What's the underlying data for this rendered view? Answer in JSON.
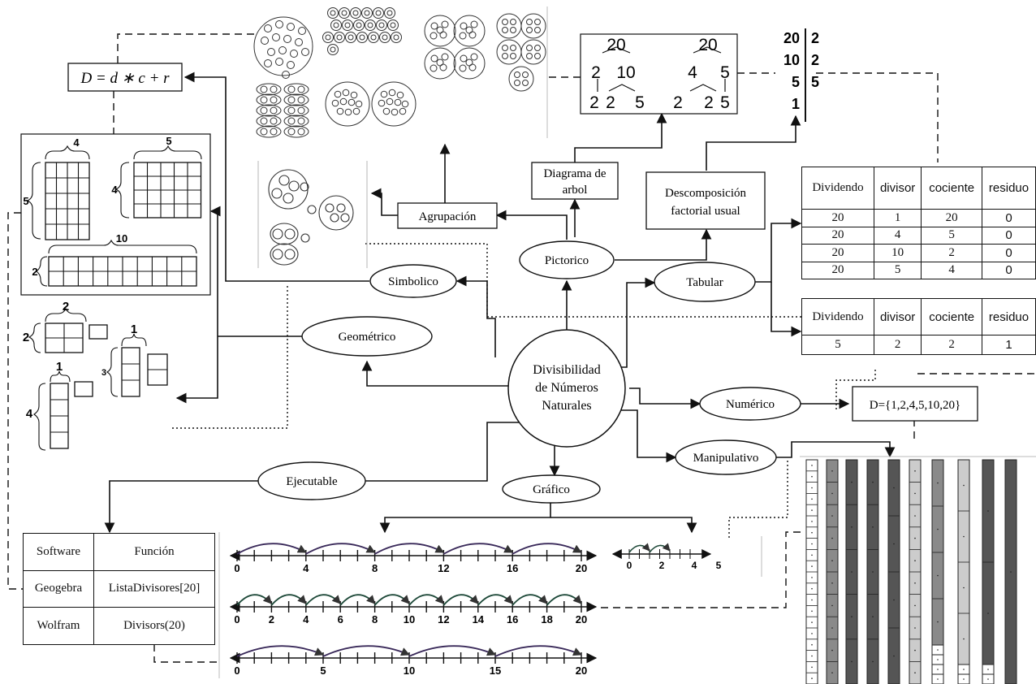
{
  "center": {
    "line1": "Divisibilidad",
    "line2": "de Números",
    "line3": "Naturales"
  },
  "nodes": {
    "simbolico": "Simbolico",
    "pictorico": "Pictorico",
    "tabular": "Tabular",
    "geometrico": "Geométrico",
    "numerico": "Numérico",
    "manipulativo": "Manipulativo",
    "ejecutable": "Ejecutable",
    "grafico": "Gráfico"
  },
  "boxes": {
    "agrupacion": "Agrupación",
    "diagrama_line1": "Diagrama de",
    "diagrama_line2": "arbol",
    "descomp_line1": "Descomposición",
    "descomp_line2": "factorial usual",
    "formula": "D = d ∗ c + r",
    "divisor_set": "D={1,2,4,5,10,20}"
  },
  "division_table_1": {
    "headers": [
      "Dividendo",
      "divisor",
      "cociente",
      "residuo"
    ],
    "rows": [
      [
        "20",
        "1",
        "20",
        "0"
      ],
      [
        "20",
        "4",
        "5",
        "0"
      ],
      [
        "20",
        "10",
        "2",
        "0"
      ],
      [
        "20",
        "5",
        "4",
        "0"
      ]
    ]
  },
  "division_table_2": {
    "headers": [
      "Dividendo",
      "divisor",
      "cociente",
      "residuo"
    ],
    "rows": [
      [
        "5",
        "2",
        "2",
        "1"
      ]
    ]
  },
  "software_table": {
    "headers": [
      "Software",
      "Función"
    ],
    "rows": [
      [
        "Geogebra",
        "ListaDivisores[20]"
      ],
      [
        "Wolfram",
        "Divisors(20)"
      ]
    ]
  },
  "factor_ladder": {
    "left": [
      "20",
      "10",
      "5",
      "1"
    ],
    "right": [
      "2",
      "2",
      "5"
    ]
  },
  "factor_trees": {
    "tree1": {
      "root": "20",
      "mid": [
        "2",
        "10"
      ],
      "leaves": [
        "2",
        "2",
        "5"
      ]
    },
    "tree2": {
      "root": "20",
      "mid": [
        "4",
        "5"
      ],
      "leaves": [
        "2",
        "2",
        "5"
      ]
    }
  },
  "rect_labels": {
    "grid_a_top": "4",
    "grid_a_side": "5",
    "grid_b_top": "5",
    "grid_b_side": "4",
    "strip_top": "10",
    "strip_side": "2",
    "sq_top": "2",
    "sq_side": "2",
    "col3_top": "1",
    "col3_side": "3",
    "col4_top": "1",
    "col4_side": "4"
  },
  "number_lines": {
    "line1": [
      "0",
      "4",
      "8",
      "12",
      "16",
      "20"
    ],
    "line2": [
      "0",
      "2",
      "4",
      "6",
      "8",
      "10",
      "12",
      "14",
      "16",
      "18",
      "20"
    ],
    "line3": [
      "0",
      "5",
      "10",
      "15",
      "20"
    ],
    "line_small": [
      "0",
      "2",
      "4",
      "5"
    ]
  },
  "colors": {
    "ink": "#111111",
    "bar_dark": "#555555",
    "bar_mid": "#8a8a8a",
    "bar_light": "#cccccc",
    "bar_white": "#ffffff",
    "arc_purple": "#3a2a5a",
    "arc_green": "#1f4a3a"
  }
}
